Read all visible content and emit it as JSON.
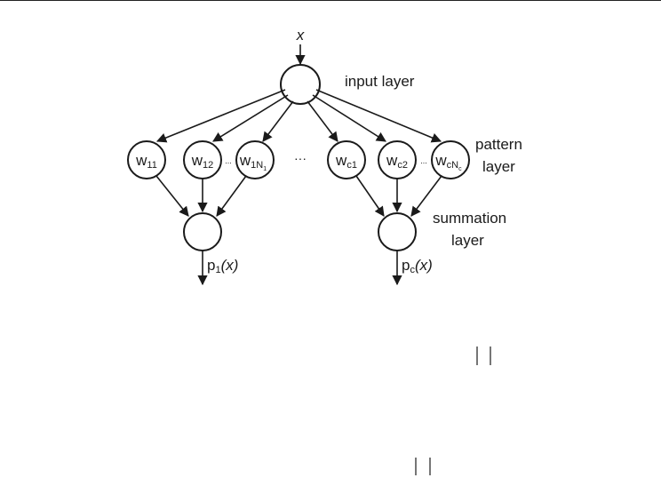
{
  "diagram": {
    "input_symbol": "x",
    "labels": {
      "input_layer": "input layer",
      "pattern_layer_line1": "pattern",
      "pattern_layer_line2": "layer",
      "summation_layer_line1": "summation",
      "summation_layer_line2": "layer"
    },
    "pattern_nodes": [
      {
        "base": "w",
        "sub": "11"
      },
      {
        "base": "w",
        "sub": "12"
      },
      {
        "base": "w",
        "sub": "1N",
        "subsub": "1"
      },
      {
        "base": "w",
        "sub": "c1"
      },
      {
        "base": "w",
        "sub": "c2"
      },
      {
        "base": "w",
        "sub": "cN",
        "subsub": "c"
      }
    ],
    "dots_between_nodes": "...",
    "dots_between_groups": "···",
    "outputs": [
      {
        "base": "p",
        "sub": "1",
        "arg": "(x)"
      },
      {
        "base": "p",
        "sub": "c",
        "arg": "(x)"
      }
    ]
  }
}
